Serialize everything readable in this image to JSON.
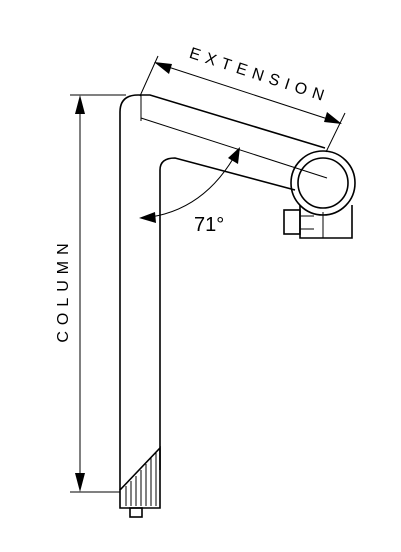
{
  "diagram": {
    "labels": {
      "extension": "EXTENSION",
      "column": "COLUMN",
      "angle": "71°"
    },
    "colors": {
      "line": "#000000",
      "background": "#ffffff"
    }
  }
}
